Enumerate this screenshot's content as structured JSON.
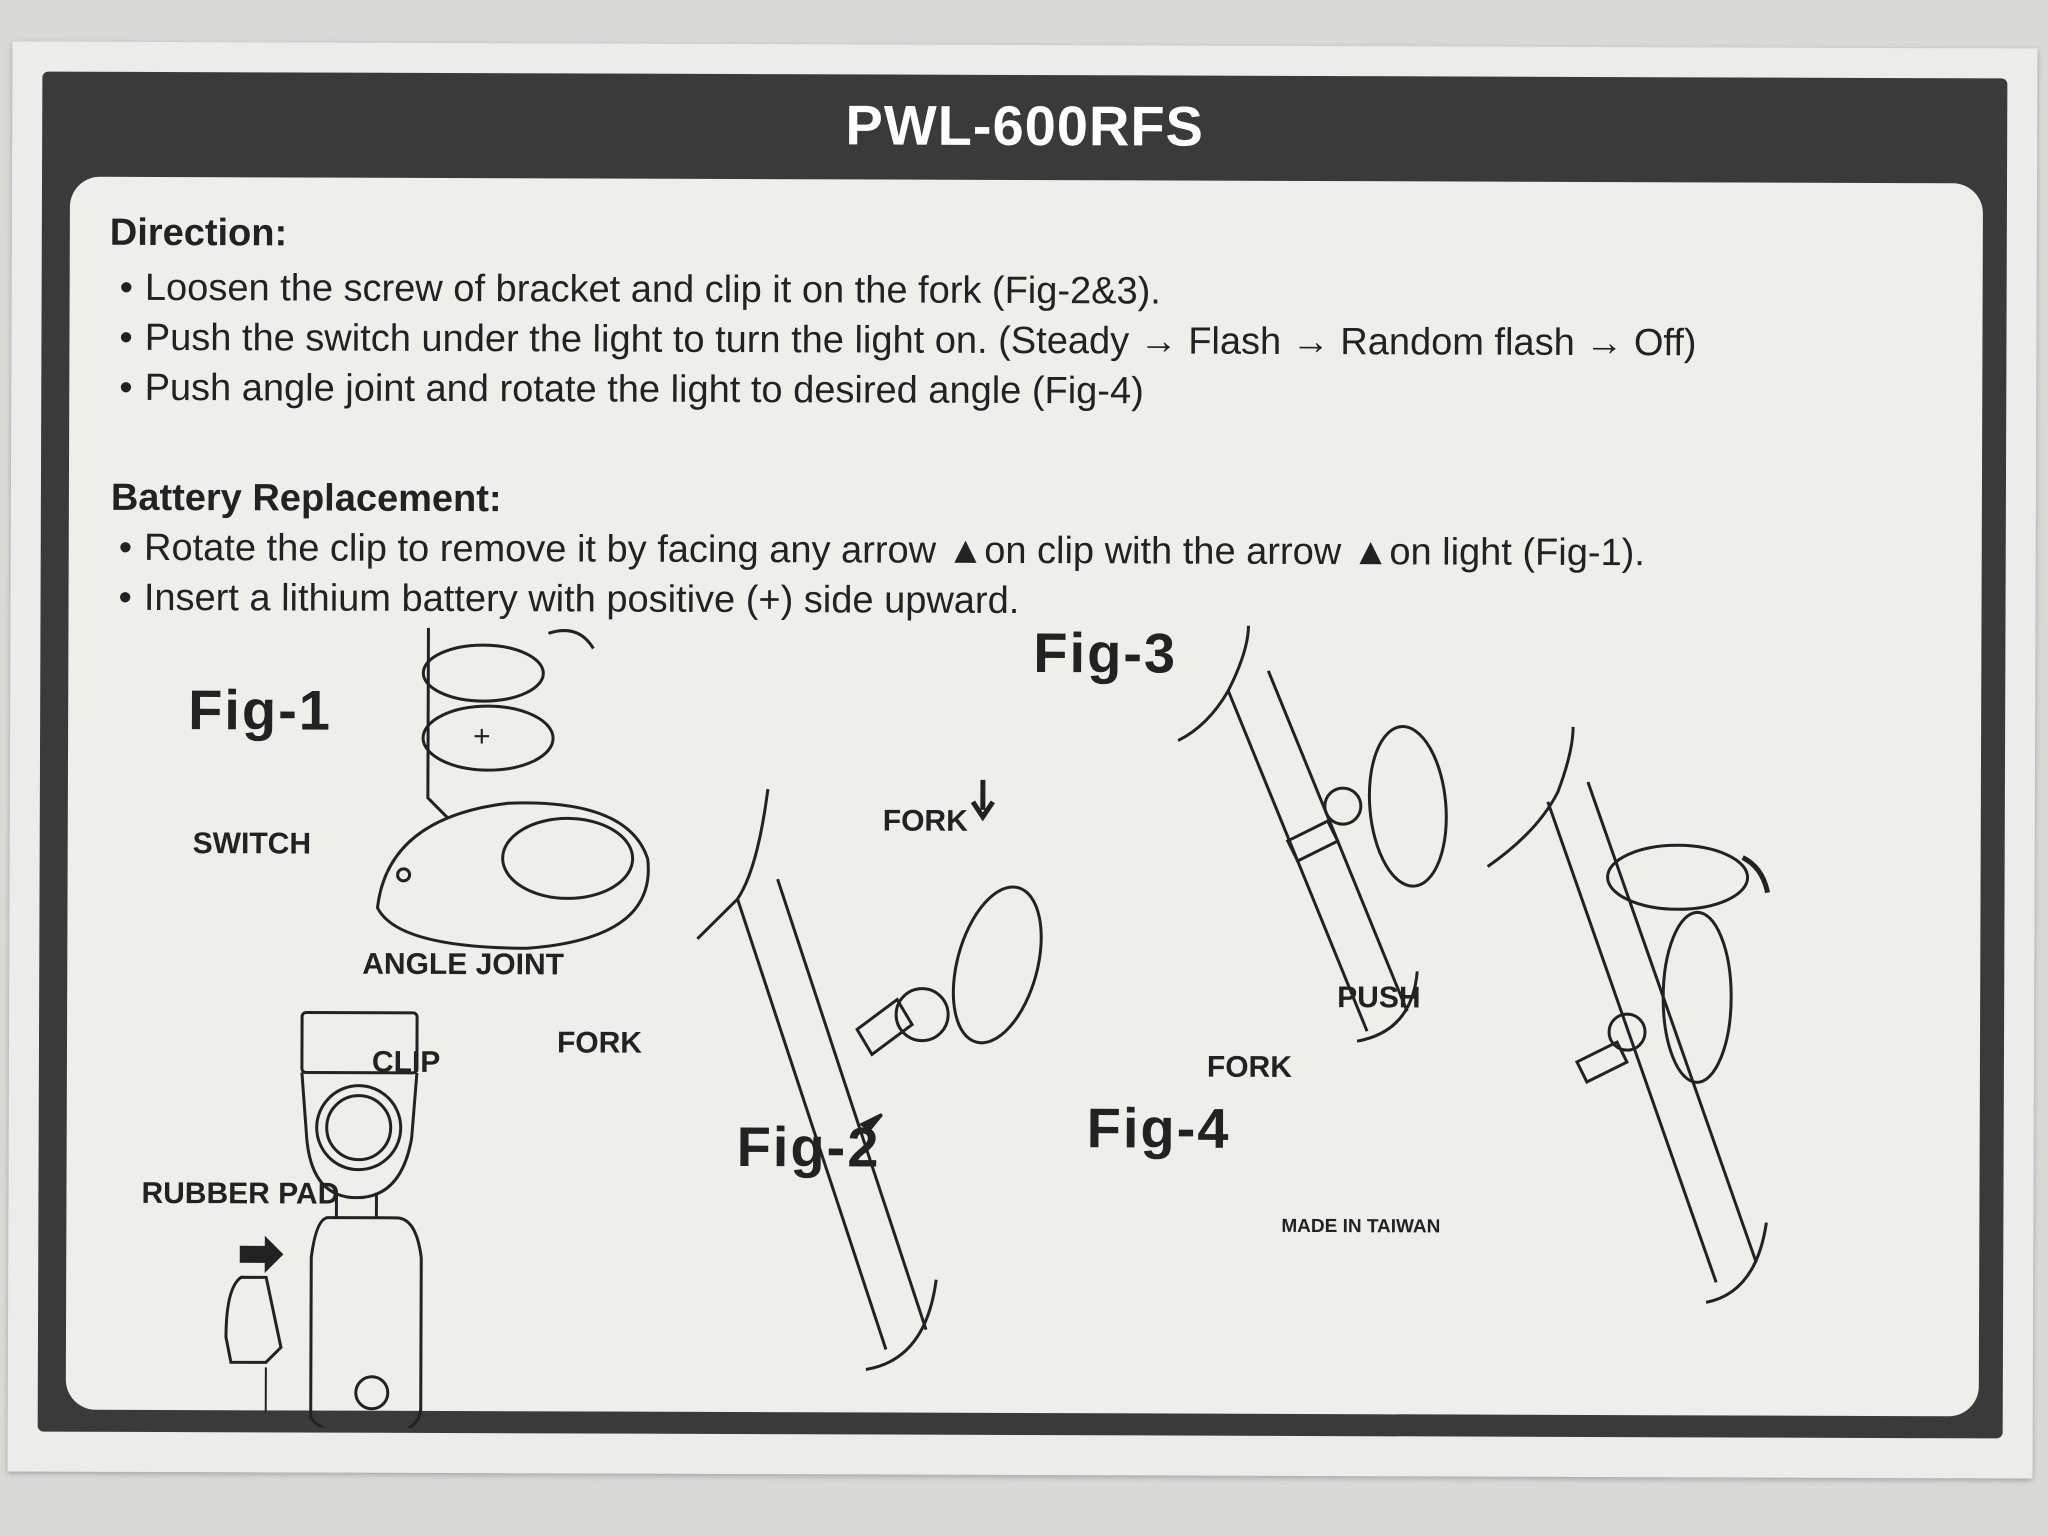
{
  "document": {
    "title": "PWL-600RFS",
    "direction": {
      "heading": "Direction:",
      "bullets": [
        "Loosen the screw of bracket and clip it on the fork (Fig-2&3).",
        "Push the switch under the light to turn the light on. (Steady → Flash → Random flash → Off)",
        "Push angle joint and rotate the light to desired angle (Fig-4)"
      ]
    },
    "battery": {
      "heading": "Battery Replacement:",
      "bullets": [
        "Rotate the clip to remove it by facing any arrow ▲on clip with the arrow ▲on light (Fig-1).",
        "Insert a lithium battery with positive (+) side upward."
      ]
    },
    "figures": {
      "fig1": {
        "label": "Fig-1",
        "parts": {
          "switch": "SWITCH",
          "angle_joint": "ANGLE JOINT",
          "clip": "CLIP",
          "rubber_pad": "RUBBER PAD"
        }
      },
      "fig2": {
        "label": "Fig-2",
        "parts": {
          "fork": "FORK"
        }
      },
      "fig3": {
        "label": "Fig-3",
        "parts": {
          "fork": "FORK"
        }
      },
      "fig4": {
        "label": "Fig-4",
        "parts": {
          "fork": "FORK",
          "push": "PUSH"
        }
      }
    },
    "footer": "MADE IN TAIWAN"
  }
}
